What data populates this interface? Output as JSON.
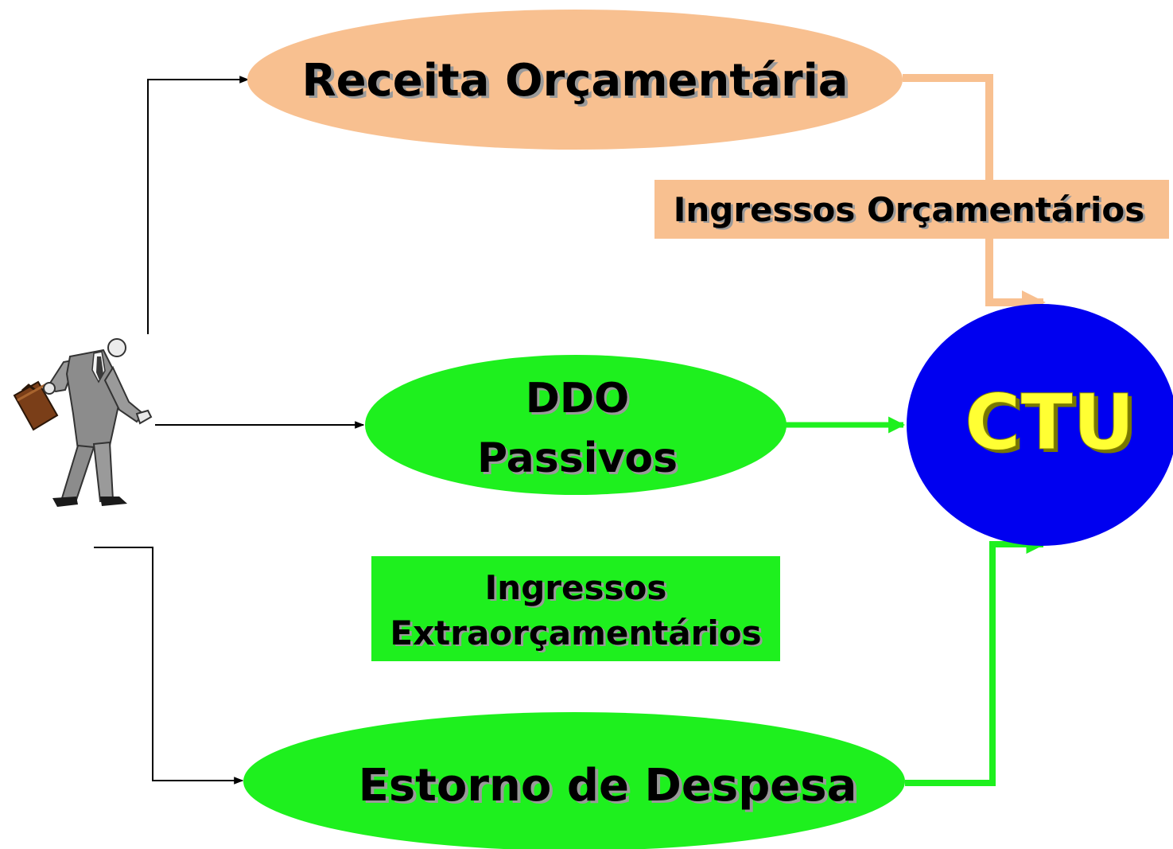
{
  "colors": {
    "orcamentario": "#f8c090",
    "extraorcamentario": "#1ef01e",
    "ctu_fill": "#0000f0",
    "ctu_text": "#ffff33",
    "connector": "#000000",
    "text": "#000000"
  },
  "icons": {
    "person": "businessman-with-briefcase-icon"
  },
  "nodes": {
    "receita": "Receita Orçamentária",
    "ddo_line1": "DDO",
    "ddo_line2": "Passivos",
    "estorno": "Estorno de Despesa",
    "ctu": "CTU"
  },
  "labels": {
    "ingressos_orcamentarios": "Ingressos Orçamentários",
    "ingressos_extra_line1": "Ingressos",
    "ingressos_extra_line2": "Extraorçamentários"
  }
}
